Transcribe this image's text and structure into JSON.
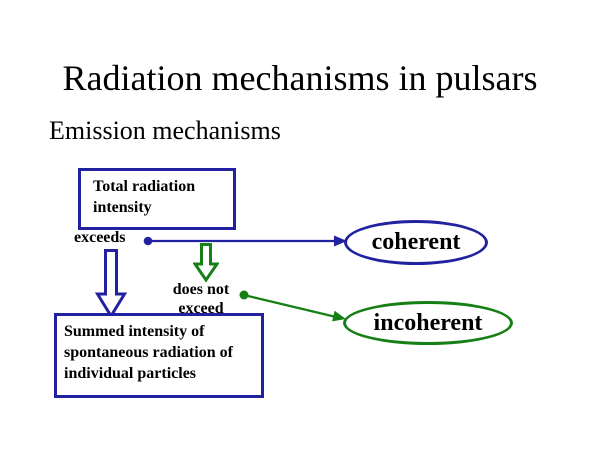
{
  "slide": {
    "title": "Radiation mechanisms in pulsars",
    "subtitle": "Emission mechanisms"
  },
  "diagram": {
    "top_box_label": "Total radiation intensity",
    "exceeds_label": "exceeds",
    "does_not_exceed_label": "does not exceed",
    "coherent_label": "coherent",
    "incoherent_label": "incoherent",
    "bottom_box_label": "Summed intensity of spontaneous radiation of individual particles"
  },
  "colors": {
    "blue": "#2222a0",
    "green": "#168016",
    "text": "#000000",
    "background": "#ffffff"
  }
}
